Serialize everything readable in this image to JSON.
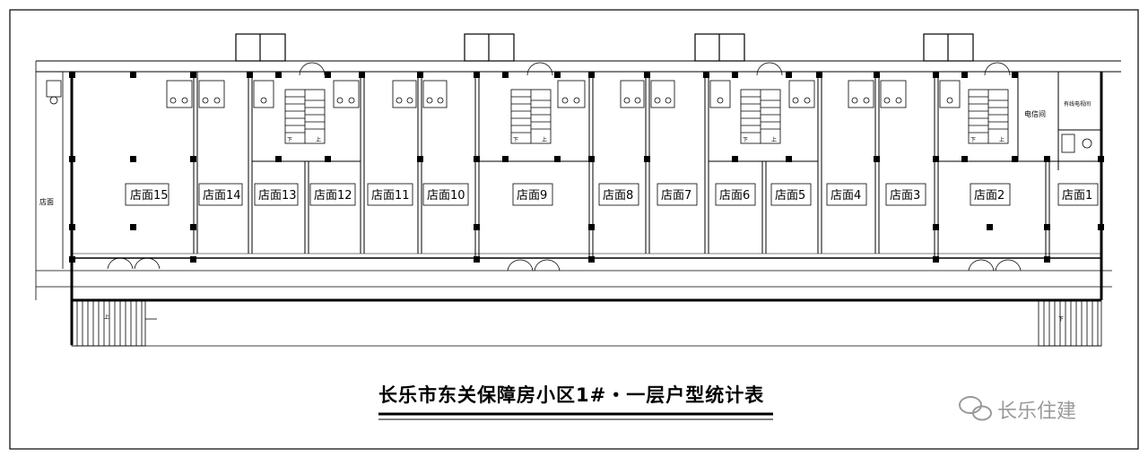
{
  "title": "长乐市东关保障房小区1#・一层户型统计表",
  "watermark": "长乐住建",
  "shops": [
    {
      "label": "店面15"
    },
    {
      "label": "店面14"
    },
    {
      "label": "店面13"
    },
    {
      "label": "店面12"
    },
    {
      "label": "店面11"
    },
    {
      "label": "店面10"
    },
    {
      "label": "店面9"
    },
    {
      "label": "店面8"
    },
    {
      "label": "店面7"
    },
    {
      "label": "店面6"
    },
    {
      "label": "店面5"
    },
    {
      "label": "店面4"
    },
    {
      "label": "店面3"
    },
    {
      "label": "店面2"
    },
    {
      "label": "店面1"
    }
  ],
  "side_shop": "店面",
  "electric_room": "电信间",
  "cable_room": "有线电视间",
  "stair_up": "上",
  "stair_down": "下"
}
